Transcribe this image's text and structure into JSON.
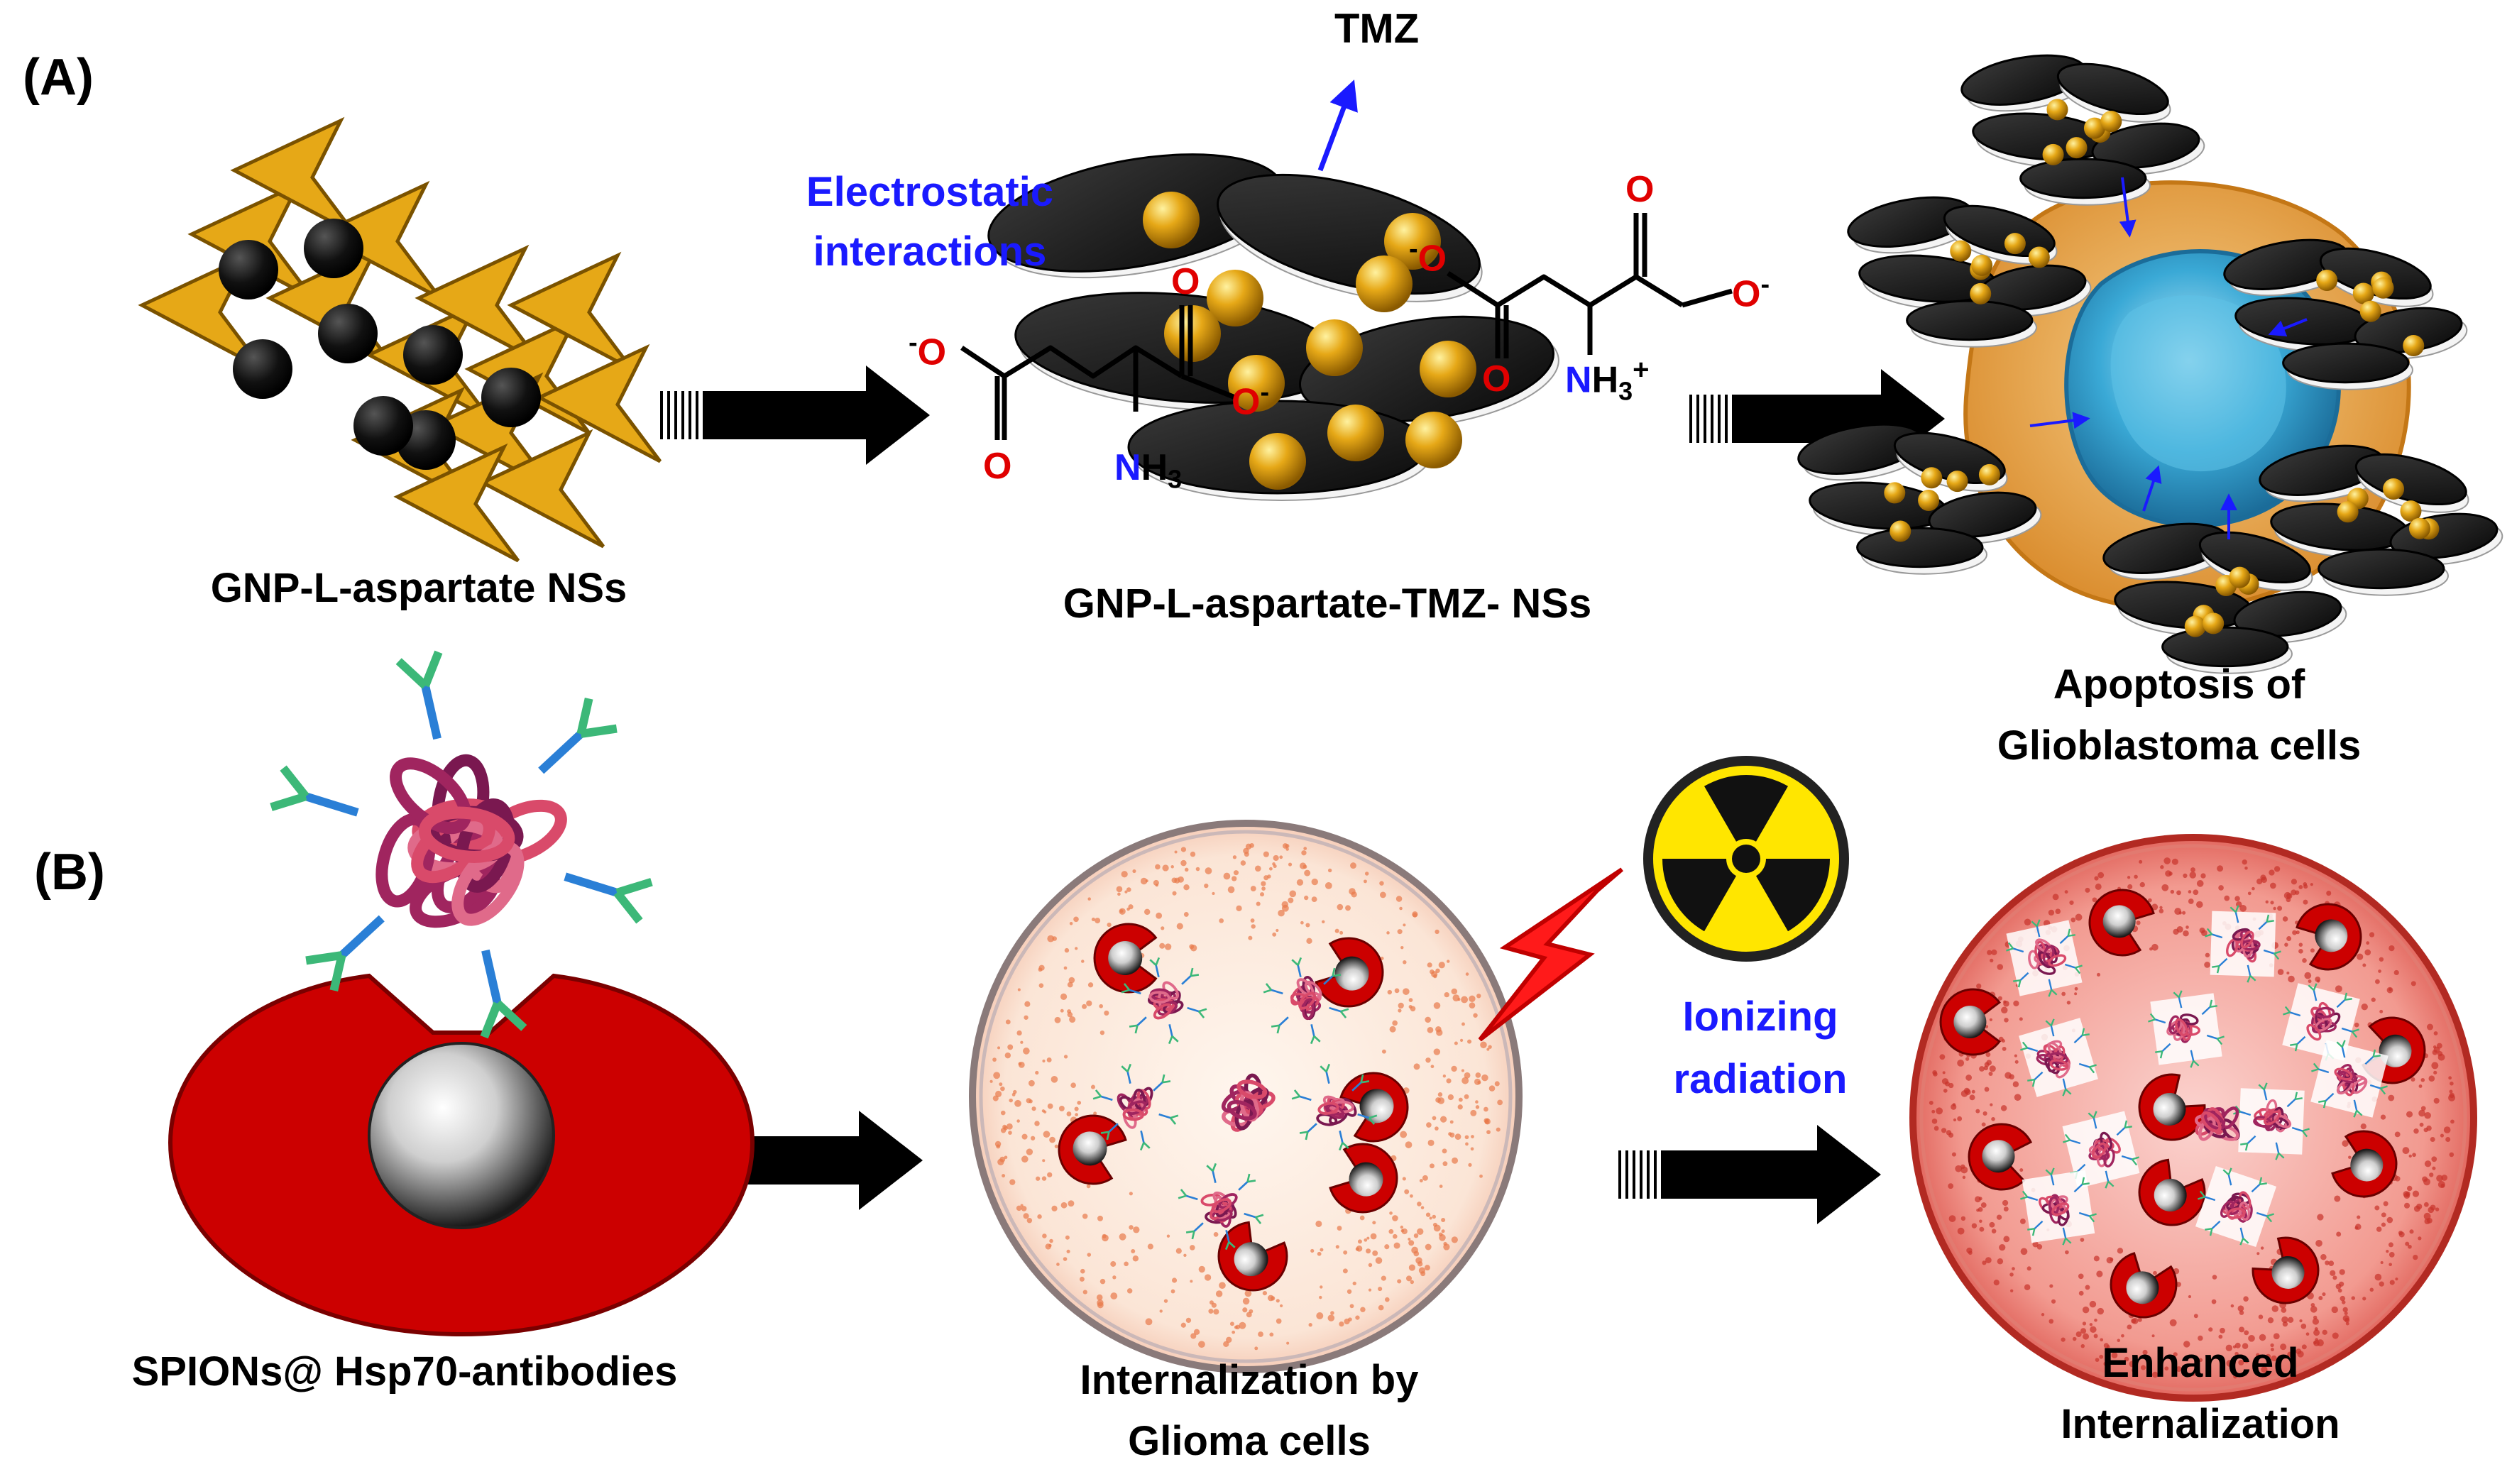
{
  "panels": {
    "a": "(A)",
    "b": "(B)"
  },
  "labels": {
    "gnp_aspartate": "GNP-L-aspartate NSs",
    "gnp_aspartate_tmz": "GNP-L-aspartate-TMZ- NSs",
    "tmz": "TMZ",
    "electrostatic_line1": "Electrostatic",
    "electrostatic_line2": "interactions",
    "apoptosis_line1": "Apoptosis of",
    "apoptosis_line2": "Glioblastoma cells",
    "spions": "SPIONs@ Hsp70-antibodies",
    "internalization_line1": "Internalization by",
    "internalization_line2": "Glioma cells",
    "ionizing_line1": "Ionizing",
    "ionizing_line2": "radiation",
    "enhanced_line1": "Enhanced",
    "enhanced_line2": "Internalization"
  },
  "chem": {
    "o": "O",
    "o_minus": "O",
    "minus": "-",
    "n": "N",
    "h3": "H",
    "sub3": "3",
    "plus": "+",
    "nh3_small": "NH₃⁺",
    "coo_small": "O⁻"
  },
  "colors": {
    "gold": "#e6a817",
    "black_sheet": "#1a1a1a",
    "red_cell": "#cc0000",
    "blue_text": "#1a1aff",
    "cell_orange": "#f0b060",
    "nucleus_blue": "#3aa9d6",
    "radiation_yellow": "#ffe600"
  }
}
